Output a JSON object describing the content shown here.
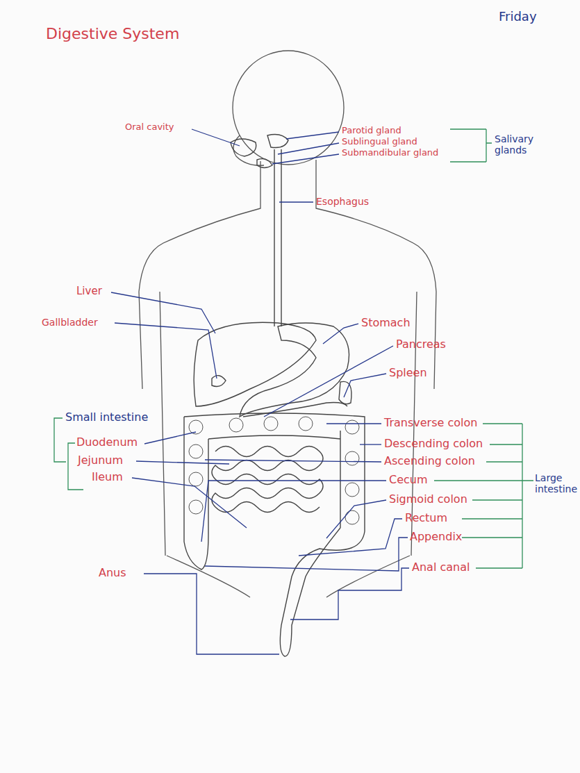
{
  "diagram": {
    "title": "Digestive System",
    "labels": [
      "Friday",
      "Oral cavity",
      "Parotid gland",
      "Sublingual gland",
      "Submandibular gland",
      "Salivary glands",
      "Esophagus",
      "Liver",
      "Gallbladder",
      "Stomach",
      "Pancreas",
      "Spleen",
      "Small intestine",
      "Duodenum",
      "Jejunum",
      "Ileum",
      "Transverse colon",
      "Descending colon",
      "Ascending colon",
      "Cecum",
      "Sigmoid colon",
      "Rectum",
      "Appendix",
      "Anal canal",
      "Large intestine",
      "Anus"
    ]
  }
}
